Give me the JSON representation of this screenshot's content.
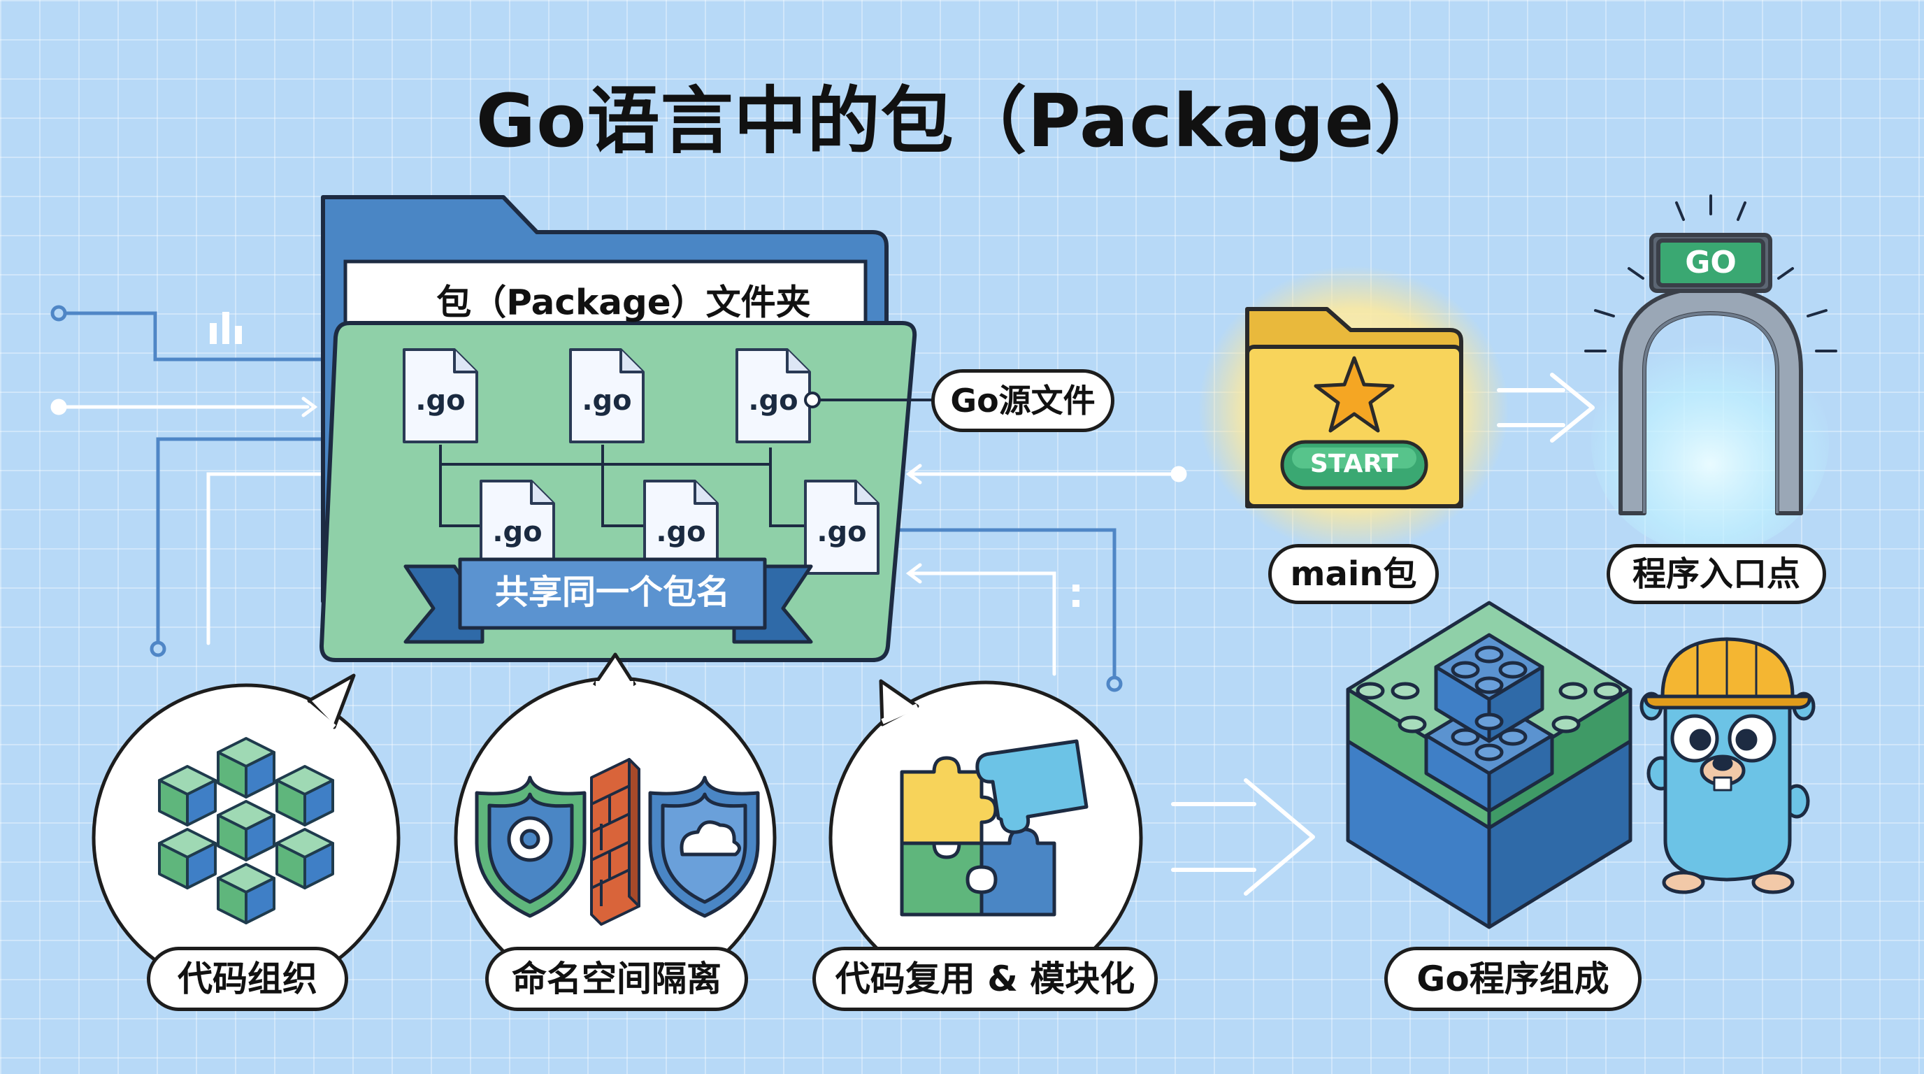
{
  "title": "Go语言中的包（Package）",
  "folder": {
    "label": "包（Package）文件夹",
    "files": [
      ".go",
      ".go",
      ".go",
      ".go",
      ".go",
      ".go"
    ],
    "ribbon": "共享同一个包名",
    "source_callout": "Go源文件"
  },
  "main_package": {
    "start_button": "START",
    "label": "main包"
  },
  "entry": {
    "gate_sign": "GO",
    "label": "程序入口点"
  },
  "features": [
    {
      "label": "代码组织"
    },
    {
      "label": "命名空间隔离"
    },
    {
      "label": "代码复用 & 模块化"
    }
  ],
  "program": {
    "label": "Go程序组成"
  },
  "colors": {
    "background": "#b7d9f7",
    "folder_blue": "#4a86c5",
    "folder_green": "#8fd0a8",
    "ribbon_blue": "#4f86c6",
    "main_yellow": "#f7d35a",
    "start_green": "#3aa872",
    "block_green": "#5fb67c",
    "block_blue": "#3f7fc6",
    "gopher": "#6cc3e6",
    "helmet": "#f4b632"
  }
}
